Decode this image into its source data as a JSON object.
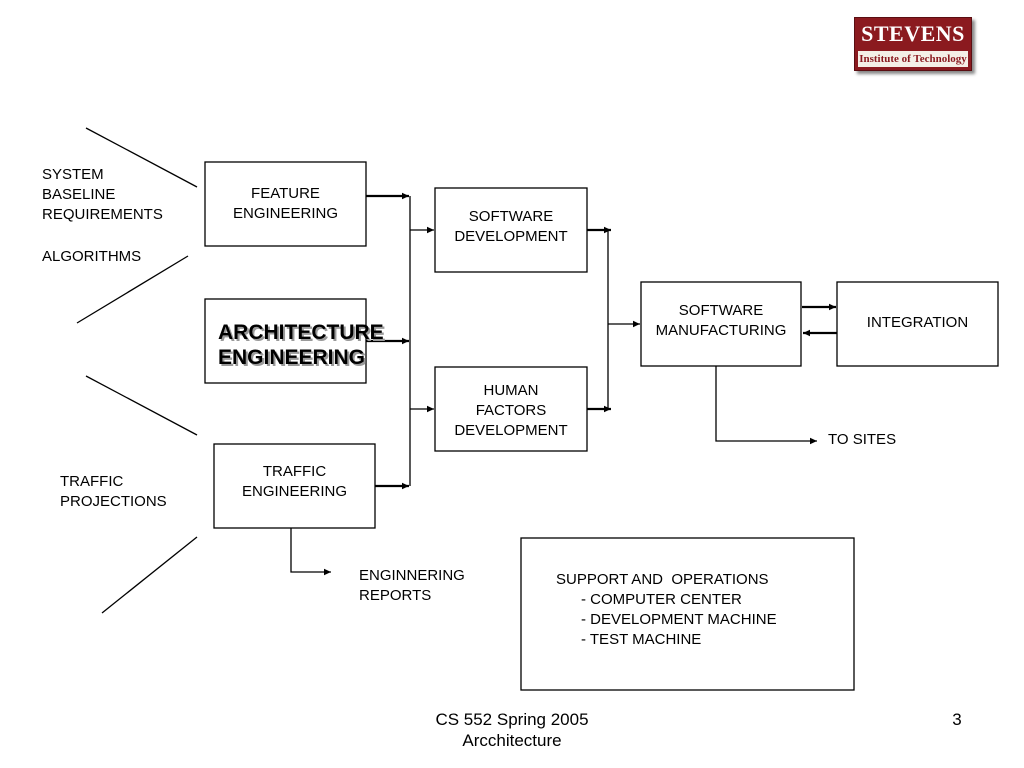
{
  "logo": {
    "name": "STEVENS",
    "subtitle": "Institute of Technology"
  },
  "inputs": {
    "system_baseline": "SYSTEM\nBASELINE\nREQUIREMENTS",
    "algorithms": "ALGORITHMS",
    "traffic_projections": "TRAFFIC\nPROJECTIONS"
  },
  "boxes": {
    "feature_engineering": "FEATURE\nENGINEERING",
    "architecture_engineering": "ARCHITECTURE\nENGINEERING",
    "traffic_engineering": "TRAFFIC\nENGINEERING",
    "software_development": "SOFTWARE\nDEVELOPMENT",
    "human_factors_development": "HUMAN\nFACTORS\nDEVELOPMENT",
    "software_manufacturing": "SOFTWARE\nMANUFACTURING",
    "integration": "INTEGRATION",
    "support_operations": "SUPPORT AND  OPERATIONS\n      - COMPUTER CENTER\n      - DEVELOPMENT MACHINE\n      - TEST MACHINE"
  },
  "outputs": {
    "to_sites": "TO SITES",
    "engineering_reports": "ENGINNERING\nREPORTS"
  },
  "footer": {
    "course": "CS 552 Spring 2005\nArcchitecture",
    "page_number": "3"
  }
}
